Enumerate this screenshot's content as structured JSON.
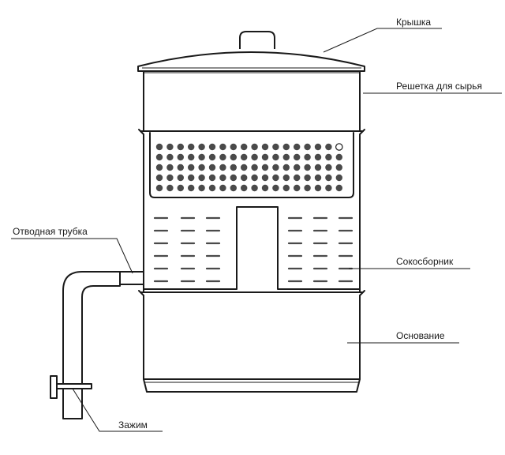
{
  "labels": {
    "lid": "Крышка",
    "grate": "Решетка для сырья",
    "outlet_tube": "Отводная трубка",
    "juice_collector": "Сокосборник",
    "base": "Основание",
    "clamp": "Зажим"
  },
  "colors": {
    "line": "#1a1a1a",
    "hole": "#4a4a4a",
    "background": "#ffffff"
  }
}
